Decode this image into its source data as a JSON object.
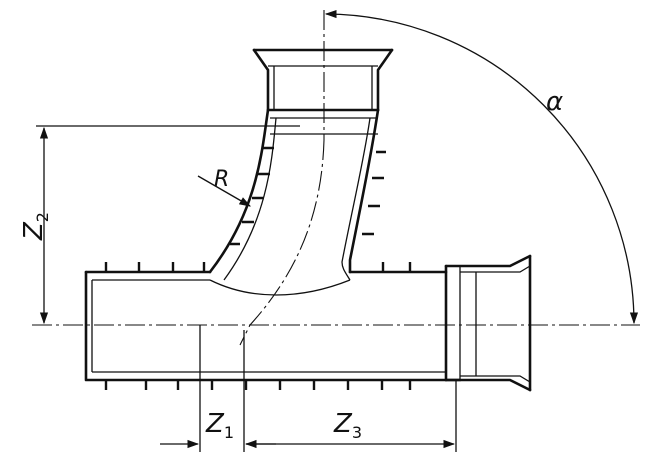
{
  "figure": {
    "labels": {
      "alpha": "α",
      "R": "R",
      "Z2": {
        "main": "Z",
        "sub": "2"
      },
      "Z1": {
        "main": "Z",
        "sub": "1"
      },
      "Z3": {
        "main": "Z",
        "sub": "3"
      }
    }
  }
}
